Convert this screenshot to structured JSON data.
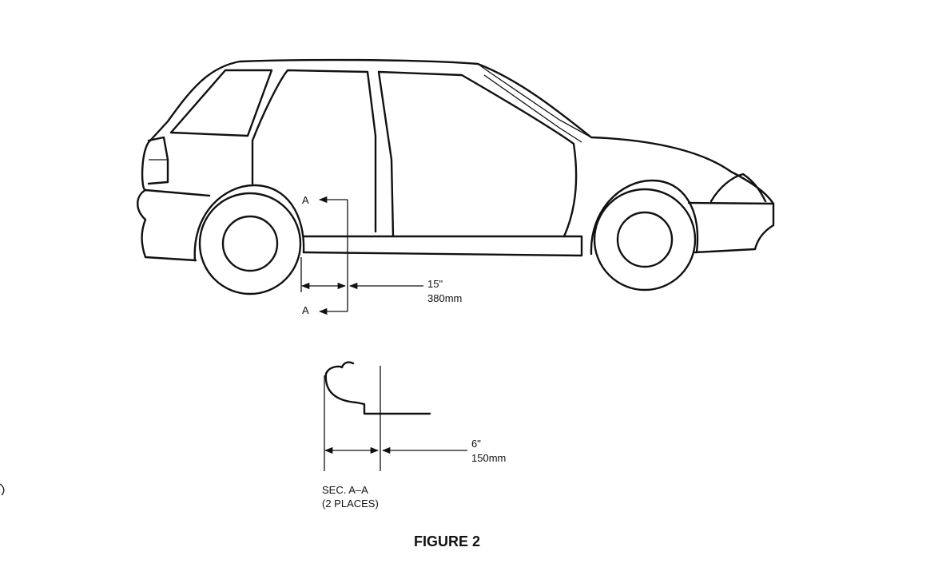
{
  "figure": {
    "caption": "FIGURE 2"
  },
  "side_view": {
    "section_marker_top": "A",
    "section_marker_bottom": "A",
    "dimension_imperial": "15\"",
    "dimension_metric": "380mm"
  },
  "section_view": {
    "dimension_imperial": "6\"",
    "dimension_metric": "150mm",
    "title_line1": "SEC. A–A",
    "title_line2": "(2 PLACES)"
  }
}
